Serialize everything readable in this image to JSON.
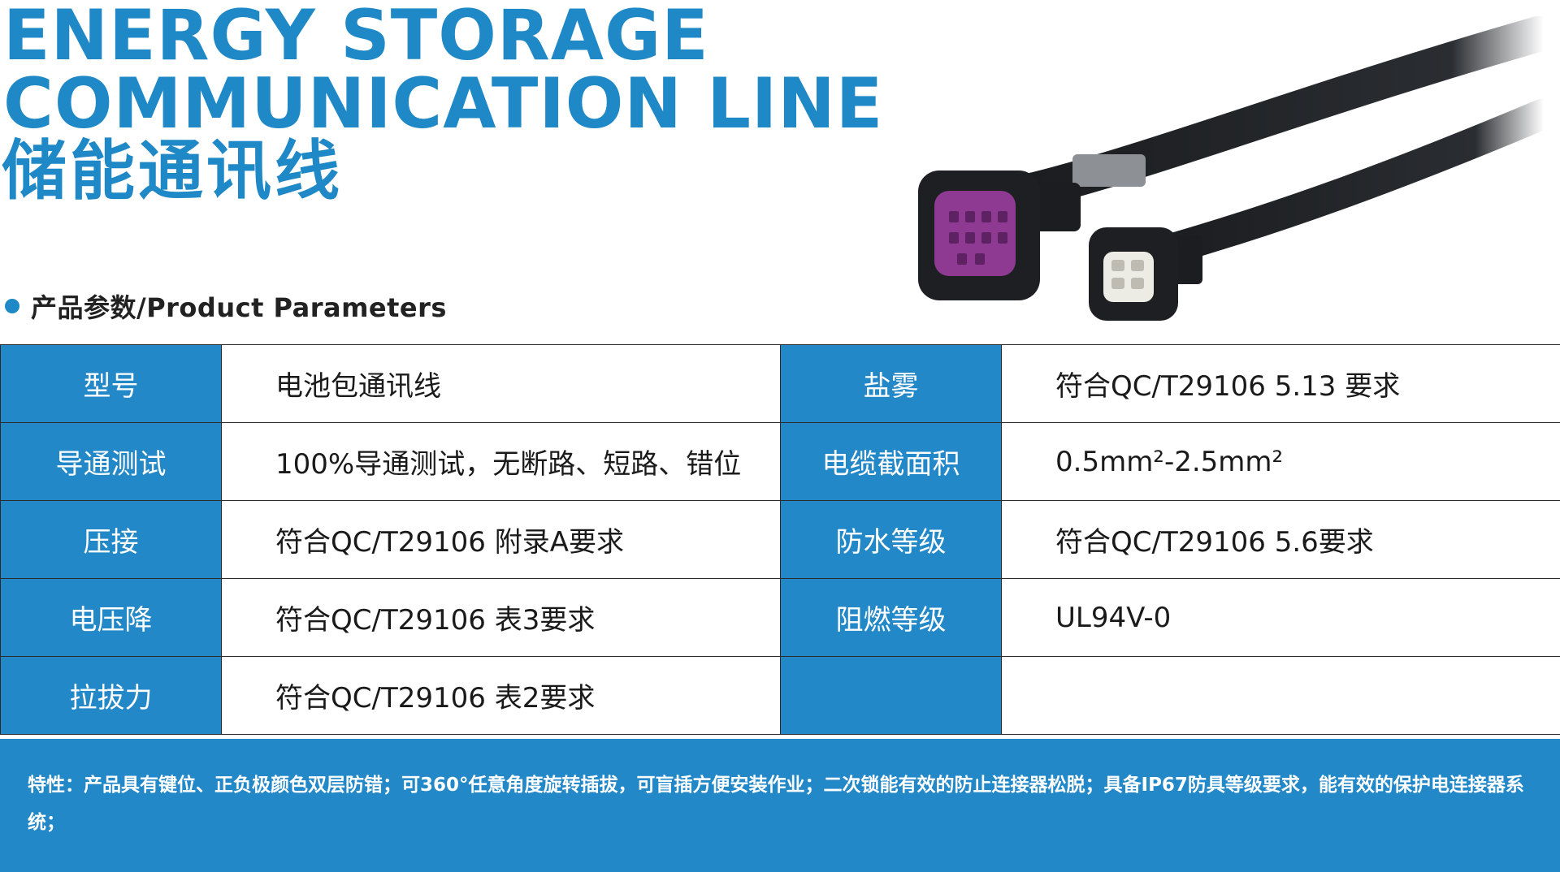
{
  "header": {
    "title_en_line1": "ENERGY STORAGE",
    "title_en_line2": "COMMUNICATION LINE",
    "title_cn": "储能通讯线"
  },
  "section": {
    "label": "产品参数/Product Parameters"
  },
  "params": {
    "rows": [
      {
        "k1": "型号",
        "v1": "电池包通讯线",
        "k2": "盐雾",
        "v2": "符合QC/T29106 5.13 要求"
      },
      {
        "k1": "导通测试",
        "v1": "100%导通测试，无断路、短路、错位",
        "k2": "电缆截面积",
        "v2": "0.5mm²-2.5mm²"
      },
      {
        "k1": "压接",
        "v1": "符合QC/T29106 附录A要求",
        "k2": "防水等级",
        "v2": "符合QC/T29106 5.6要求"
      },
      {
        "k1": "电压降",
        "v1": "符合QC/T29106 表3要求",
        "k2": "阻燃等级",
        "v2": "UL94V-0"
      },
      {
        "k1": "拉拔力",
        "v1": "符合QC/T29106 表2要求",
        "k2": "",
        "v2": ""
      }
    ]
  },
  "features": {
    "text": "特性：产品具有键位、正负极颜色双层防错；可360°任意角度旋转插拔，可盲插方便安装作业；二次锁能有效的防止连接器松脱；具备IP67防具等级要求，能有效的保护电连接器系统；"
  },
  "colors": {
    "accent": "#1f88c6",
    "table_key_bg": "#2388c8",
    "connector_purple": "#8e3a93"
  }
}
